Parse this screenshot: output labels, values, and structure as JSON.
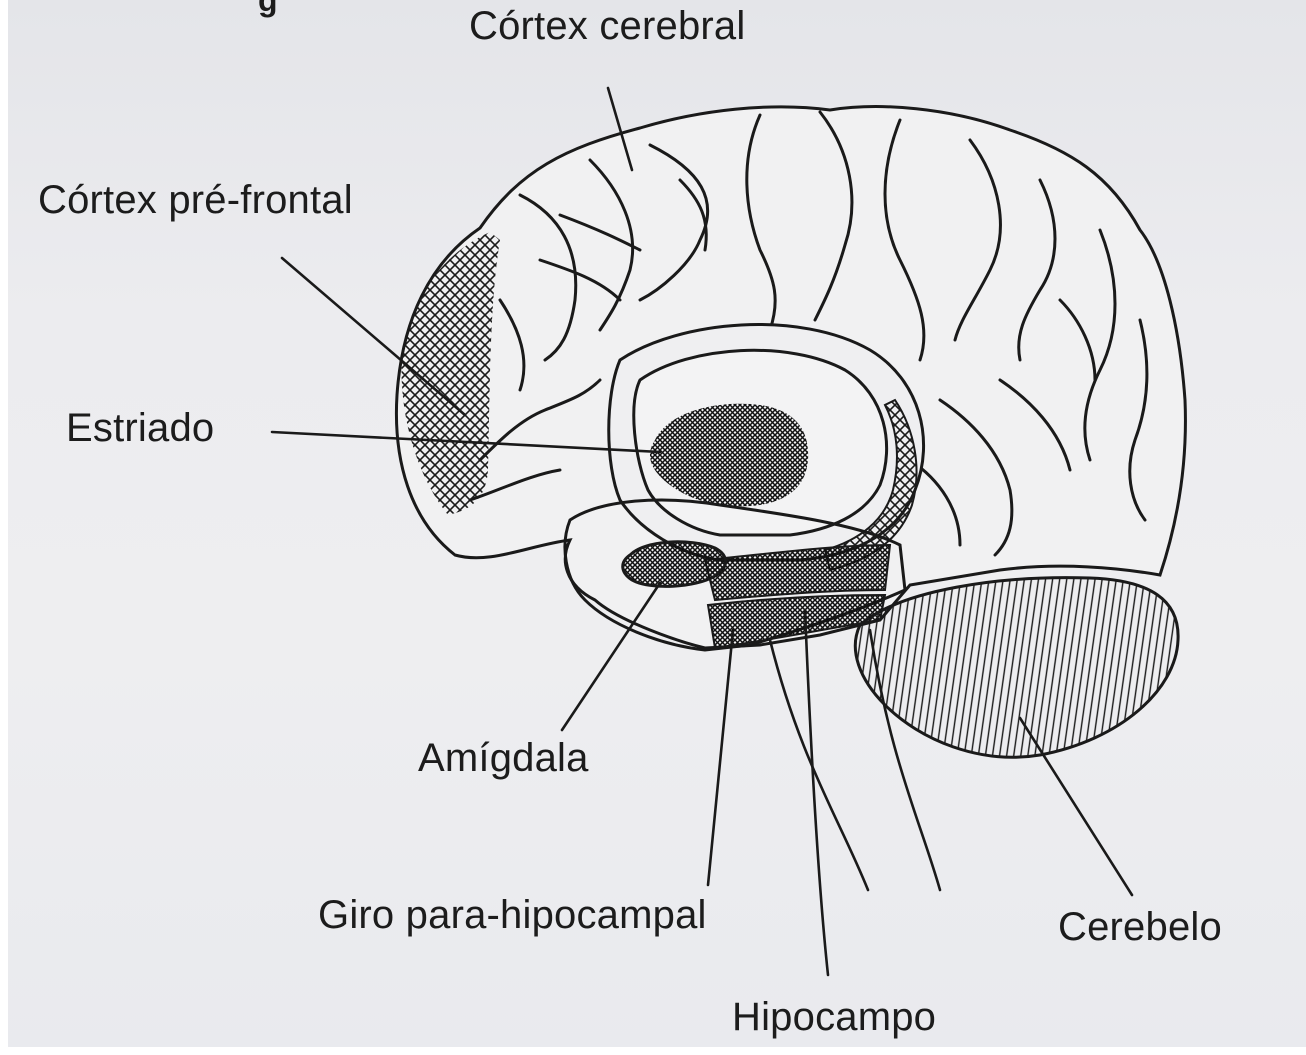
{
  "header_fragment": "g",
  "labels": {
    "cortex_cerebral": "Córtex cerebral",
    "cortex_pre_frontal": "Córtex pré-frontal",
    "estriado": "Estriado",
    "amigdala": "Amígdala",
    "giro_para_hipocampal": "Giro para-hipocampal",
    "hipocampo": "Hipocampo",
    "cerebelo": "Cerebelo"
  }
}
